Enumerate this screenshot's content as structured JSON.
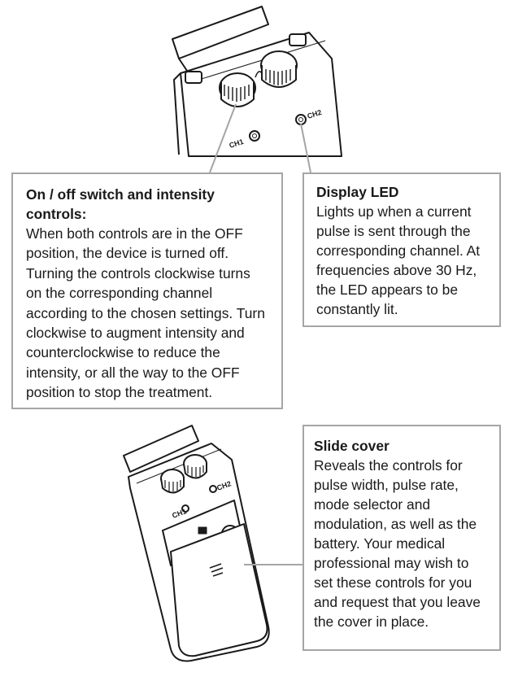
{
  "callouts": {
    "on_off": {
      "title": "On / off switch and intensity controls:",
      "body": "When both controls are in the OFF position, the device is turned off. Turning the controls clockwise turns on the corresponding channel according to the chosen settings. Turn clockwise to augment intensity and counterclockwise to reduce the intensity, or all the way to the OFF position to stop the treatment."
    },
    "display_led": {
      "title": "Display LED",
      "body": "Lights up when a current pulse is sent through the corresponding channel. At frequencies above 30 Hz, the LED appears to be constantly lit."
    },
    "slide_cover": {
      "title": "Slide cover",
      "body": "Reveals the controls for pulse width, pulse rate, mode selector and modulation, as well as the battery. Your medical professional may wish to set these controls for you and request that you leave the cover in place."
    }
  },
  "device_labels": {
    "ch1": "CH1",
    "ch2": "CH2"
  },
  "colors": {
    "border": "#a5a5a5",
    "line_art": "#1a1a1a",
    "device_body": "#ffffff",
    "device_shade": "#e6e6e6"
  }
}
